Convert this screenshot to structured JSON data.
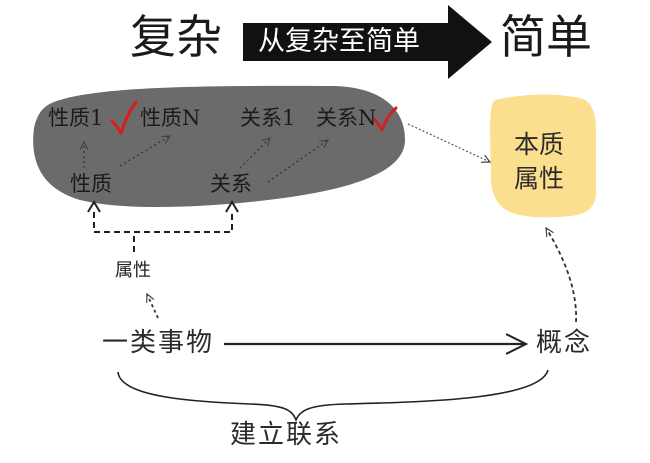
{
  "header": {
    "left_word": "复杂",
    "arrow_label": "从复杂至简单",
    "right_word": "简单"
  },
  "blob": {
    "top_labels": [
      "性质1",
      "性质N",
      "关系1",
      "关系N"
    ],
    "bottom_labels": [
      "性质",
      "关系"
    ]
  },
  "essence_box": {
    "line1": "本质",
    "line2": "属性"
  },
  "attribute_label": "属性",
  "category_label": "一类事物",
  "concept_label": "概念",
  "link_label": "建立联系",
  "colors": {
    "blob_fill": "#6b6b6b",
    "essence_fill": "#fbdf8e",
    "check_red": "#d32020",
    "header_arrow": "#111111"
  }
}
